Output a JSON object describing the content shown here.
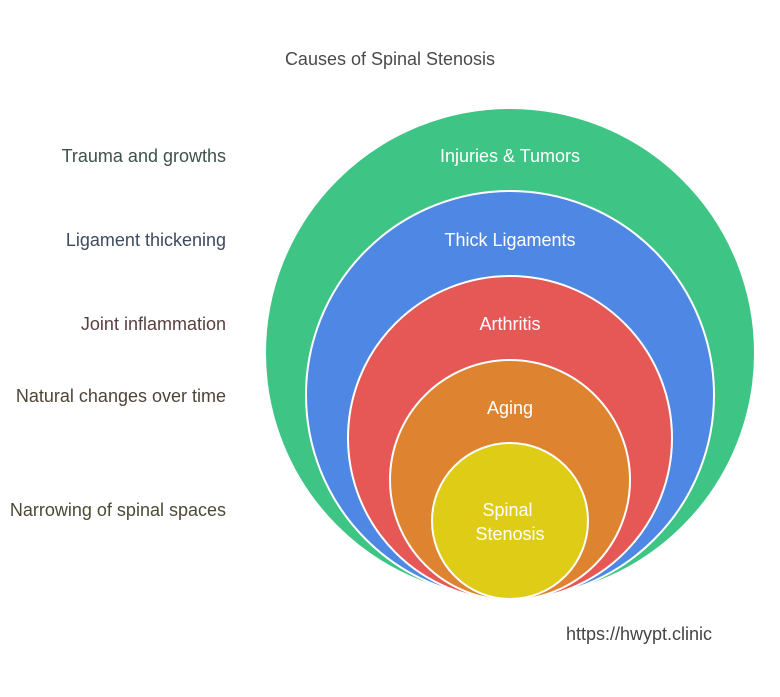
{
  "title": "Causes of Spinal Stenosis",
  "layers": [
    {
      "label": "Injuries & Tumors",
      "description": "Trauma and growths",
      "color": "#3ec585",
      "desc_color": "#3d5248"
    },
    {
      "label": "Thick Ligaments",
      "description": "Ligament thickening",
      "color": "#4f87e4",
      "desc_color": "#3d4a5e"
    },
    {
      "label": "Arthritis",
      "description": "Joint inflammation",
      "color": "#e55855",
      "desc_color": "#5a3f3f"
    },
    {
      "label": "Aging",
      "description": "Natural changes over time",
      "color": "#de8430",
      "desc_color": "#4f4436"
    },
    {
      "label": "Spinal Stenosis",
      "description": "Narrowing of spinal spaces",
      "color": "#dfcc17",
      "desc_color": "#4c4a36"
    }
  ],
  "footer": "https://hwypt.clinic"
}
